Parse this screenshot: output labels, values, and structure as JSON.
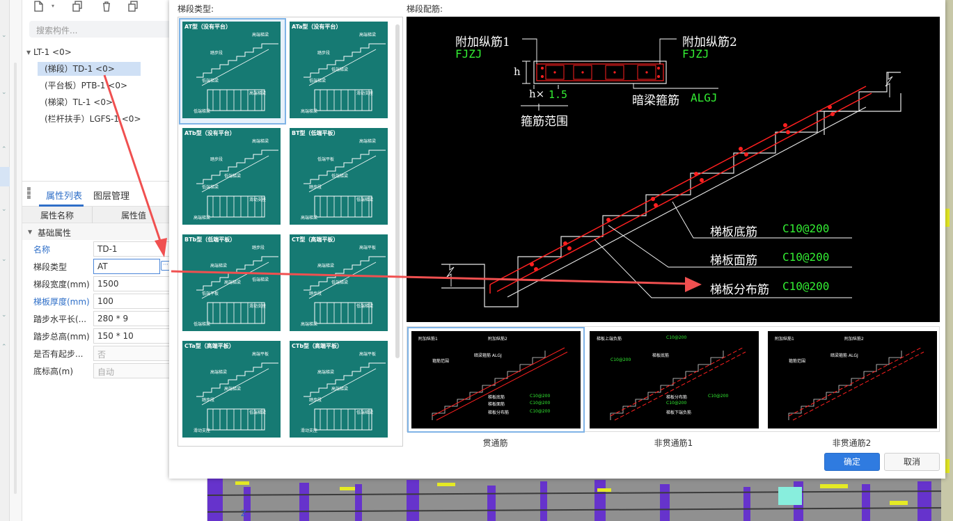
{
  "component_panel": {
    "search_placeholder": "搜索构件...",
    "tree": {
      "root": "LT-1 <0>",
      "children": [
        "(梯段）TD-1 <0>",
        "(平台板）PTB-1 <0>",
        "(梯梁）TL-1 <0>",
        "(栏杆扶手）LGFS-1 <0>"
      ]
    }
  },
  "property_panel": {
    "tabs": [
      "属性列表",
      "图层管理"
    ],
    "columns": [
      "属性名称",
      "属性值"
    ],
    "group": "基础属性",
    "rows": [
      {
        "name": "名称",
        "value": "TD-1"
      },
      {
        "name": "梯段类型",
        "value": "AT"
      },
      {
        "name": "梯段宽度(mm)",
        "value": "1500"
      },
      {
        "name": "梯板厚度(mm)",
        "value": "100"
      },
      {
        "name": "踏步水平长(...",
        "value": "280 * 9"
      },
      {
        "name": "踏步总高(mm)",
        "value": "150 * 10"
      },
      {
        "name": "是否有起步...",
        "value": "否"
      },
      {
        "name": "底标高(m)",
        "value": "自动"
      }
    ]
  },
  "dialog": {
    "type_label": "梯段类型:",
    "rebar_label": "梯段配筋:",
    "types": [
      {
        "title": "AT型（没有平台）",
        "labels": [
          "高端梯梁",
          "踏步段",
          "低端梯梁",
          "高端梯梁",
          "低端梯梁"
        ]
      },
      {
        "title": "ATa型（没有平台）",
        "labels": [
          "高端梯梁",
          "踏步段",
          "低端梯梁",
          "滑动支座",
          "高端梯梁",
          "低端梯梁"
        ]
      },
      {
        "title": "ATb型（没有平台）",
        "labels": [
          "高端梯梁",
          "踏步段",
          "低端梯梁",
          "滑动支座",
          "高端梯梁",
          "低端梯梁"
        ]
      },
      {
        "title": "BT型（低端平板）",
        "labels": [
          "高端梯梁",
          "低端平板",
          "踏步段",
          "低端梯梁",
          "高端梯梁",
          "低端梯梁"
        ]
      },
      {
        "title": "BTb型（低端平板）",
        "labels": [
          "踏步段",
          "高端梯梁",
          "低端平板",
          "滑动支座",
          "低端梯梁",
          "高端梯梁",
          "低端梯梁"
        ]
      },
      {
        "title": "CT型（高端平板）",
        "labels": [
          "高端平板",
          "高端梯梁",
          "踏步段",
          "低端梯梁",
          "高端梯梁",
          "低端梯梁"
        ]
      },
      {
        "title": "CTa型（高端平板）",
        "labels": [
          "高端平板",
          "高端梯梁",
          "踏步段",
          "低端梯梁",
          "滑动支座",
          "高端梯梁"
        ]
      },
      {
        "title": "CTb型（高端平板）",
        "labels": [
          "高端平板",
          "高端梯梁",
          "踏步段",
          "低端梯梁",
          "滑动支座",
          "高端梯梁"
        ]
      }
    ],
    "preview": {
      "fjzj1": "附加纵筋1",
      "fjzj1_code": "FJZJ",
      "fjzj2": "附加纵筋2",
      "fjzj2_code": "FJZJ",
      "h": "h",
      "h_times": "h×",
      "h_factor": "1.5",
      "stirrup_range": "箍筋范围",
      "algj": "暗梁箍筋",
      "algj_code": "ALGJ",
      "bottom_bar": "梯板底筋",
      "bottom_val": "C10@200",
      "top_bar": "梯板面筋",
      "top_val": "C10@200",
      "dist_bar": "梯板分布筋",
      "dist_val": "C10@200"
    },
    "rebar_options": [
      {
        "caption": "贯通筋",
        "labels": [
          "附加纵筋1",
          "附加纵筋2",
          "暗梁箍筋 ALGJ",
          "箍筋范围",
          "梯板底筋",
          "梯板面筋",
          "梯板分布筋",
          "C10@200",
          "C10@200",
          "C10@200"
        ]
      },
      {
        "caption": "非贯通筋1",
        "labels": [
          "梯板上端负筋",
          "C10@200",
          "梯板底筋",
          "C10@200",
          "梯板分布筋",
          "C10@200",
          "梯板下端负筋",
          "C10@200"
        ]
      },
      {
        "caption": "非贯通筋2",
        "labels": [
          "附加纵筋1",
          "附加纵筋2",
          "暗梁箍筋 ALGJ",
          "箍筋范围"
        ]
      }
    ],
    "ok": "确定",
    "cancel": "取消"
  },
  "colors": {
    "teal": "#167a73",
    "accent": "#2f7be0",
    "cad_green": "#33ee33",
    "cad_red": "#ff2020",
    "annotation_red": "#f05050"
  }
}
